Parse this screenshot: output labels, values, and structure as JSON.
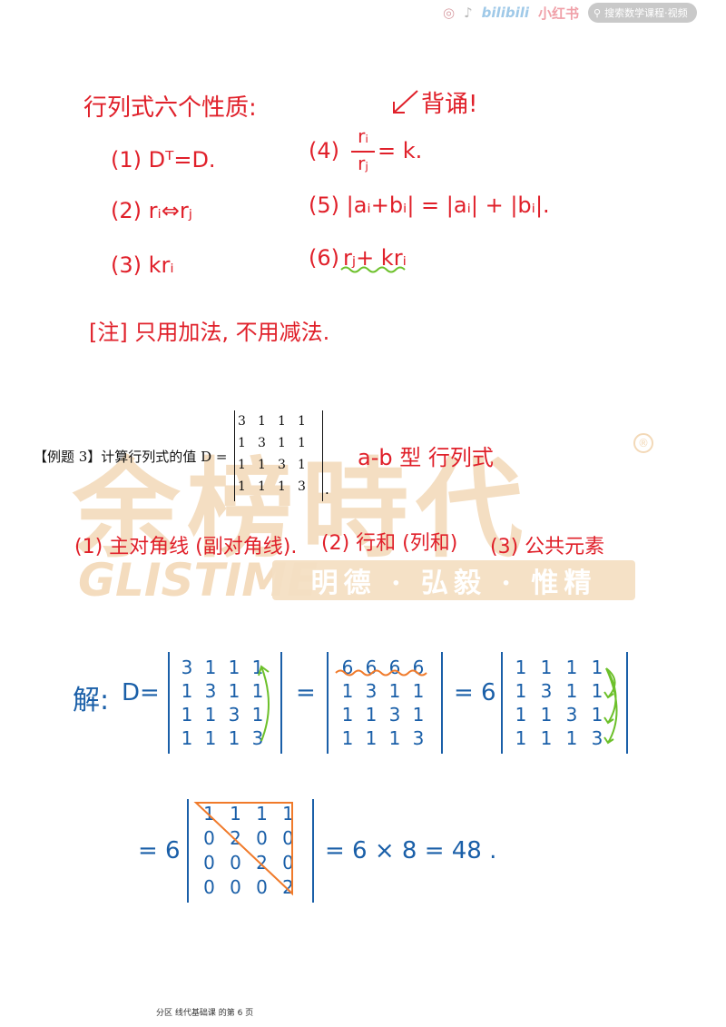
{
  "topbar": {
    "icons": [
      "weibo-icon",
      "douyin-icon"
    ],
    "bilibili": "bilibili",
    "xiaohongshu": "小红书",
    "search_text": "搜索数学课程·视频"
  },
  "watermark": {
    "brand_cn": "余榜時代",
    "brand_en": "GLISTIME",
    "slogan": "明德 · 弘毅 · 惟精",
    "registered": "®"
  },
  "notes": {
    "title": "行列式六个性质:",
    "remember": "背诵!",
    "p1": "(1)  Dᵀ=D.",
    "p2": "(2)  rᵢ⇔rⱼ",
    "p3": "(3)  krᵢ",
    "p4_num": "(4)",
    "p4_frac_top": "rᵢ",
    "p4_frac_bottom": "rⱼ",
    "p4_tail": "= k.",
    "p5": "(5)  |aᵢ+bᵢ| = |aᵢ| + |bᵢ|.",
    "p6_num": "(6)",
    "p6_expr": "rⱼ+ krᵢ",
    "note": "[注]  只用加法, 不用减法."
  },
  "example": {
    "label": "【例题 3】计算行列式的值 D =",
    "matrix": [
      [
        "3",
        "1",
        "1",
        "1"
      ],
      [
        "1",
        "3",
        "1",
        "1"
      ],
      [
        "1",
        "1",
        "3",
        "1"
      ],
      [
        "1",
        "1",
        "1",
        "3"
      ]
    ],
    "period": ".",
    "type_note": "a-b 型 行列式",
    "methods": {
      "m1": "(1) 主对角线 (副对角线).",
      "m2": "(2) 行和 (列和)",
      "m3": "(3) 公共元素"
    }
  },
  "solution": {
    "label": "解:",
    "d_eq": "D=",
    "eq1": "=",
    "eq2": "= 6",
    "m1": [
      [
        "3",
        "1",
        "1",
        "1"
      ],
      [
        "1",
        "3",
        "1",
        "1"
      ],
      [
        "1",
        "1",
        "3",
        "1"
      ],
      [
        "1",
        "1",
        "1",
        "3"
      ]
    ],
    "m2": [
      [
        "6",
        "6",
        "6",
        "6"
      ],
      [
        "1",
        "3",
        "1",
        "1"
      ],
      [
        "1",
        "1",
        "3",
        "1"
      ],
      [
        "1",
        "1",
        "1",
        "3"
      ]
    ],
    "m3": [
      [
        "1",
        "1",
        "1",
        "1"
      ],
      [
        "1",
        "3",
        "1",
        "1"
      ],
      [
        "1",
        "1",
        "3",
        "1"
      ],
      [
        "1",
        "1",
        "1",
        "3"
      ]
    ],
    "line2_prefix": "= 6",
    "m4": [
      [
        "1",
        "1",
        "1",
        "1"
      ],
      [
        "0",
        "2",
        "0",
        "0"
      ],
      [
        "0",
        "0",
        "2",
        "0"
      ],
      [
        "0",
        "0",
        "0",
        "2"
      ]
    ],
    "result": "= 6 × 8 = 48 ."
  },
  "footer": "分区 线代基础课 的第 6 页",
  "colors": {
    "red": "#e0202a",
    "blue": "#1a5fa8",
    "green": "#6cc02a",
    "orange": "#f07a2a"
  }
}
